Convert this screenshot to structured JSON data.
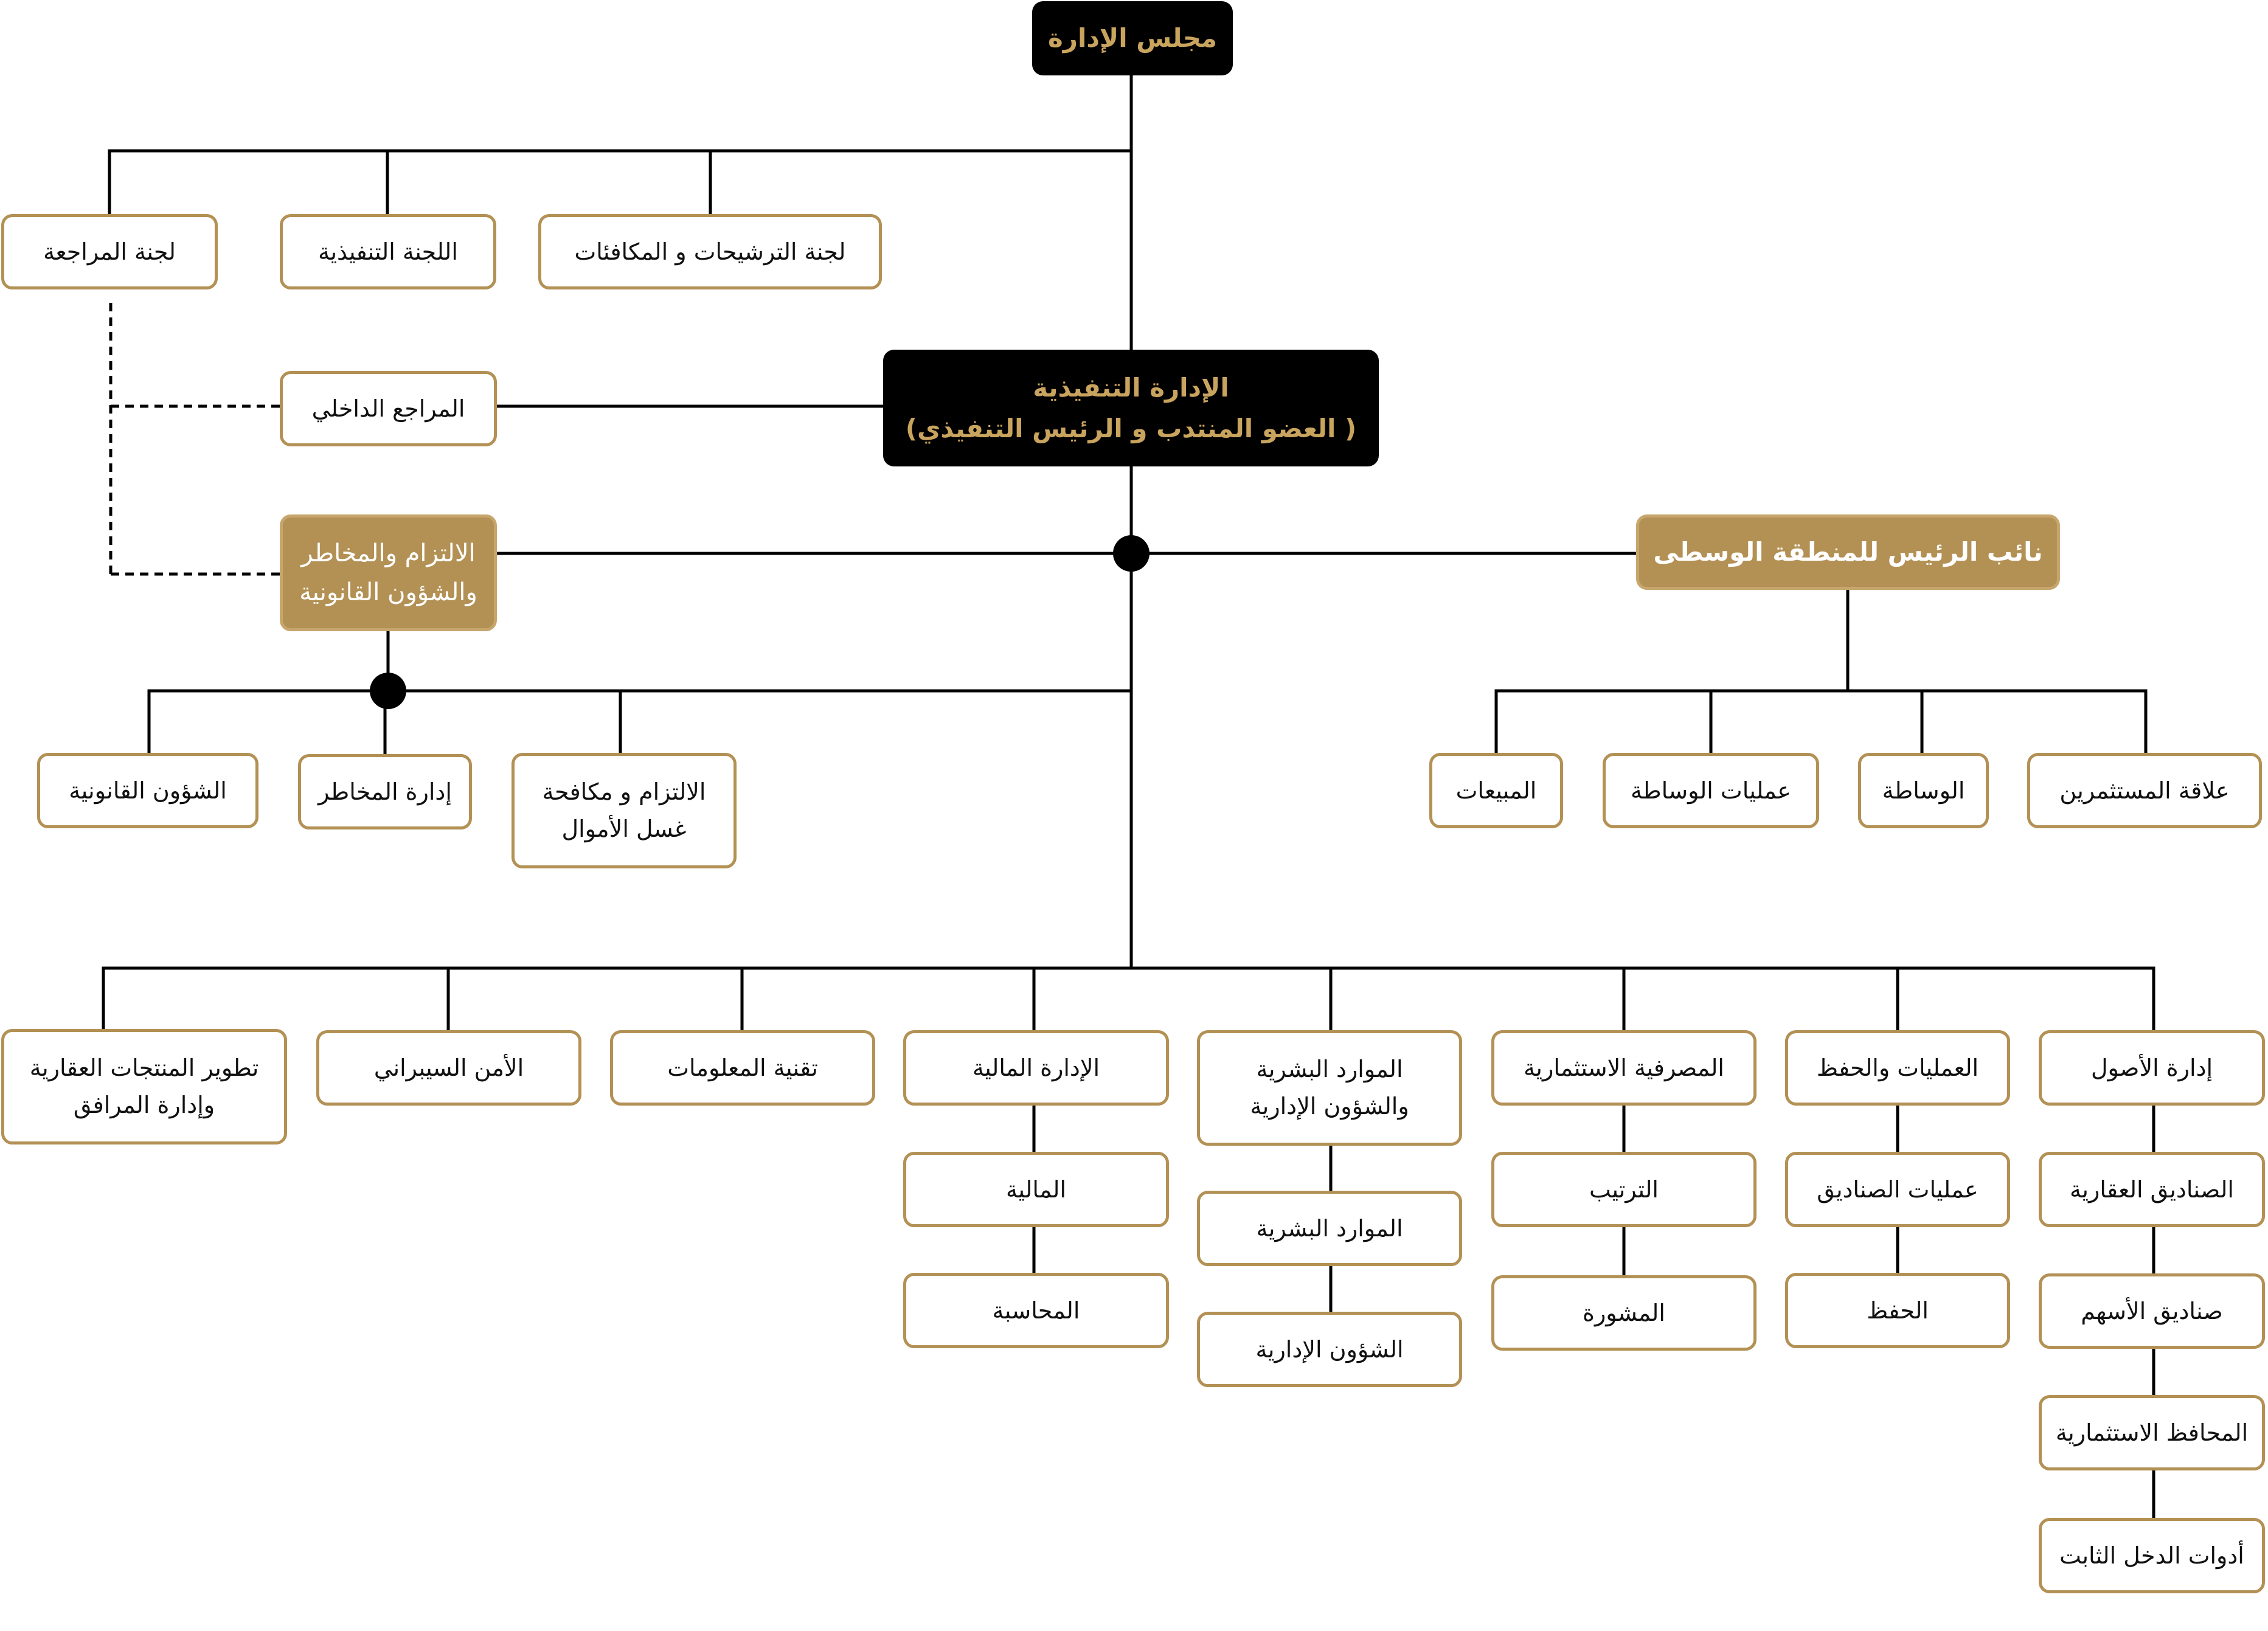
{
  "colors": {
    "accent": "#b39155",
    "dark": "#000000",
    "dark_text": "#c9a45e",
    "line": "#000000"
  },
  "org": {
    "board": "مجلس الإدارة",
    "committees": {
      "nominations": "لجنة الترشيحات و المكافئات",
      "executive": "اللجنة التنفيذية",
      "audit": "لجنة المراجعة"
    },
    "executive_management": "الإدارة التنفيذية\n( العضو المنتدب و الرئيس التنفيذي)",
    "internal_auditor": "المراجع الداخلي",
    "compliance": {
      "title": "الالتزام والمخاطر\nوالشؤون القانونية",
      "children": [
        "الالتزام و مكافحة\nغسل الأموال",
        "إدارة المخاطر",
        "الشؤون القانونية"
      ]
    },
    "vp_central": {
      "title": "نائب الرئيس للمنطقة الوسطى",
      "children": [
        "علاقة المستثمرين",
        "الوساطة",
        "عمليات الوساطة",
        "المبيعات"
      ]
    },
    "departments": [
      {
        "title": "إدارة الأصول",
        "children": [
          "الصناديق العقارية",
          "صناديق الأسهم",
          "المحافظ الاستثمارية",
          "أدوات الدخل الثابت"
        ]
      },
      {
        "title": "العمليات والحفظ",
        "children": [
          "عمليات الصناديق",
          "الحفظ"
        ]
      },
      {
        "title": "المصرفية الاستثمارية",
        "children": [
          "الترتيب",
          "المشورة"
        ]
      },
      {
        "title": "الموارد البشرية\nوالشؤون الإدارية",
        "children": [
          "الموارد البشرية",
          "الشؤون الإدارية"
        ]
      },
      {
        "title": "الإدارة المالية",
        "children": [
          "المالية",
          "المحاسبة"
        ]
      },
      {
        "title": "تقنية المعلومات",
        "children": []
      },
      {
        "title": "الأمن السيبراني",
        "children": []
      },
      {
        "title": "تطوير المنتجات العقارية\nوإدارة المرافق",
        "children": []
      }
    ]
  }
}
